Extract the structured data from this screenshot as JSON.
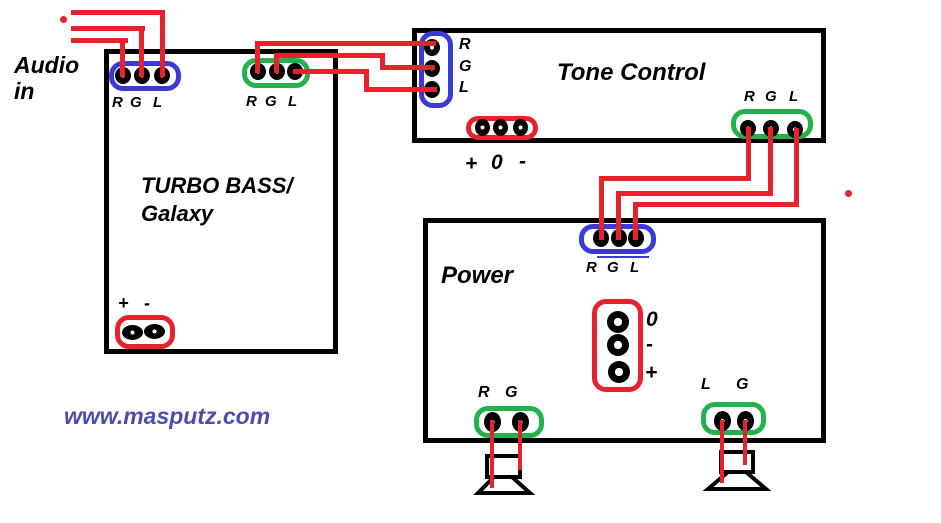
{
  "diagram": {
    "audio_in": {
      "line1": "Audio",
      "line2": "in"
    },
    "boxes": {
      "turbo": {
        "title_line1": "TURBO BASS/",
        "title_line2": "Galaxy"
      },
      "tone": {
        "title": "Tone Control"
      },
      "power": {
        "title": "Power"
      }
    },
    "website": "www.masputz.com",
    "connectors": {
      "turbo_input": {
        "color": "blue",
        "pin_labels": [
          "R",
          "G",
          "L"
        ]
      },
      "turbo_output": {
        "color": "green",
        "pin_labels": [
          "R",
          "G",
          "L"
        ]
      },
      "turbo_power": {
        "color": "red",
        "pin_labels": [
          "+",
          "-"
        ]
      },
      "tone_input": {
        "color": "blue",
        "pin_labels": [
          "R",
          "G",
          "L"
        ]
      },
      "tone_power": {
        "color": "red",
        "pin_labels": [
          "+",
          "0",
          "-"
        ]
      },
      "tone_output": {
        "color": "green",
        "pin_labels": [
          "R",
          "G",
          "L"
        ]
      },
      "power_input": {
        "color": "blue",
        "pin_labels": [
          "R",
          "G",
          "L"
        ]
      },
      "power_supply": {
        "color": "red",
        "pin_labels": [
          "0",
          "-",
          "+"
        ]
      },
      "speaker_right": {
        "color": "green",
        "pin_labels": [
          "R",
          "G"
        ]
      },
      "speaker_left": {
        "color": "green",
        "pin_labels": [
          "L",
          "G"
        ]
      }
    },
    "colors": {
      "wire_red": "#e8222c",
      "connector_green": "#22b14c",
      "connector_blue": "#3a3ad6",
      "website_text": "#4d4dae",
      "outline_black": "#000000"
    }
  }
}
